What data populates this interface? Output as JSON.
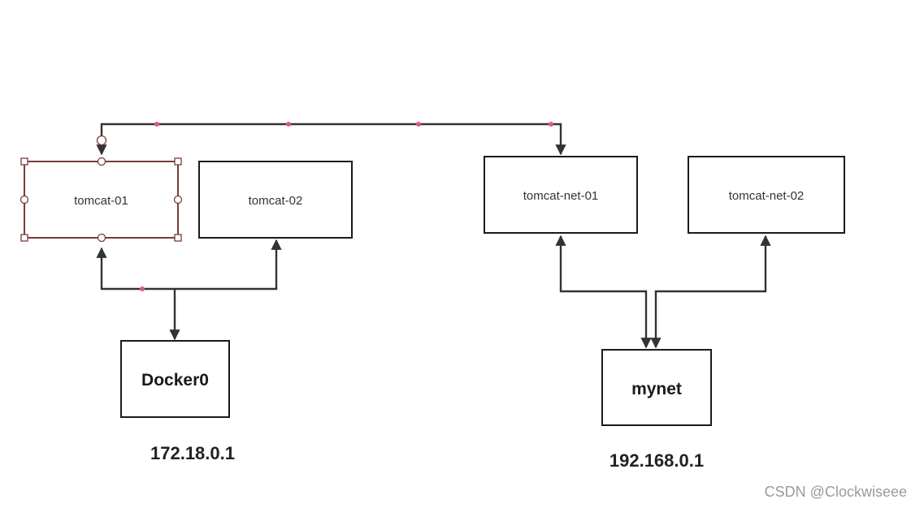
{
  "nodes": {
    "tomcat_01": "tomcat-01",
    "tomcat_02": "tomcat-02",
    "tomcat_net_01": "tomcat-net-01",
    "tomcat_net_02": "tomcat-net-02",
    "docker0": "Docker0",
    "mynet": "mynet"
  },
  "ips": {
    "docker0": "172.18.0.1",
    "mynet": "192.168.0.1"
  },
  "watermark": "CSDN @Clockwiseee",
  "colors": {
    "line": "#333333",
    "selection": "#7a3b3b",
    "waypoint": "#e0577a"
  }
}
